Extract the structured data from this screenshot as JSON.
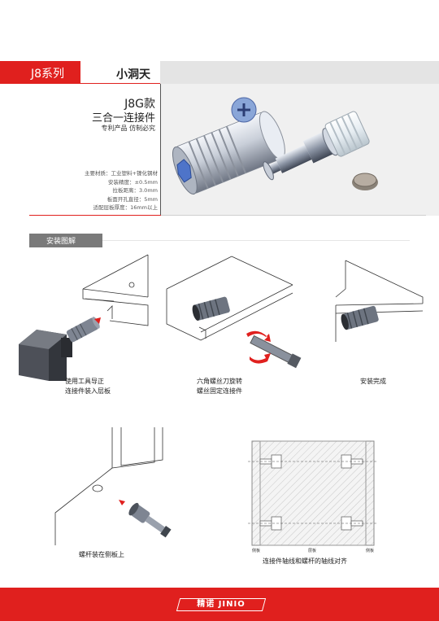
{
  "header": {
    "series_label": "J8系列",
    "series_name": "小洞天"
  },
  "product": {
    "model": "J8G款",
    "name": "三合一连接件",
    "note": "专利产品 仿制必究"
  },
  "specs": [
    "主要材质：工业塑料+镍化钢材",
    "安装精度：±0.5mm",
    "拉板距离：3.0mm",
    "板面开孔直径：5mm",
    "适配层板厚度：16mm以上"
  ],
  "section": {
    "title": "安装图解"
  },
  "steps": [
    {
      "line1": "使用工具导正",
      "line2": "连接件装入层板"
    },
    {
      "line1": "六角螺丝刀旋转",
      "line2": "螺丝固定连接件"
    },
    {
      "line1": "安装完成",
      "line2": ""
    }
  ],
  "bottom": {
    "left_caption": "螺杆装在侧板上",
    "right_caption": "连接件轴线和螺杆的轴线对齐",
    "diagram_labels": [
      "侧板",
      "层板",
      "侧板"
    ]
  },
  "footer": {
    "brand": "精诺 JINIO"
  },
  "colors": {
    "brand_red": "#e0201e",
    "header_gray": "#e4e4e4",
    "tag_gray": "#7a7a7a"
  }
}
